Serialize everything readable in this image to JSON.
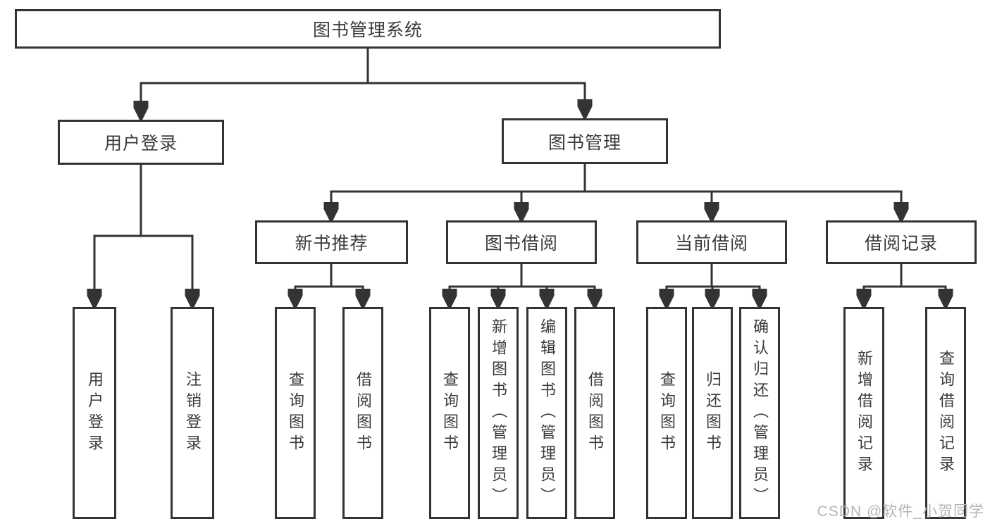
{
  "colors": {
    "line": "#333333",
    "text": "#3b3b3b",
    "background": "#ffffff",
    "watermark": "#b5b5b5"
  },
  "tree": {
    "label": "图书管理系统",
    "children": [
      {
        "label": "用户登录",
        "children": [
          {
            "label": "用户登录"
          },
          {
            "label": "注销登录"
          }
        ]
      },
      {
        "label": "图书管理",
        "children": [
          {
            "label": "新书推荐",
            "children": [
              {
                "label": "查询图书"
              },
              {
                "label": "借阅图书"
              }
            ]
          },
          {
            "label": "图书借阅",
            "children": [
              {
                "label": "查询图书"
              },
              {
                "label": "新增图书（管理员）"
              },
              {
                "label": "编辑图书（管理员）"
              },
              {
                "label": "借阅图书"
              }
            ]
          },
          {
            "label": "当前借阅",
            "children": [
              {
                "label": "查询图书"
              },
              {
                "label": "归还图书"
              },
              {
                "label": "确认归还（管理员）"
              }
            ]
          },
          {
            "label": "借阅记录",
            "children": [
              {
                "label": "新增借阅记录"
              },
              {
                "label": "查询借阅记录"
              }
            ]
          }
        ]
      }
    ]
  },
  "watermark": "CSDN @软件_小贺同学"
}
